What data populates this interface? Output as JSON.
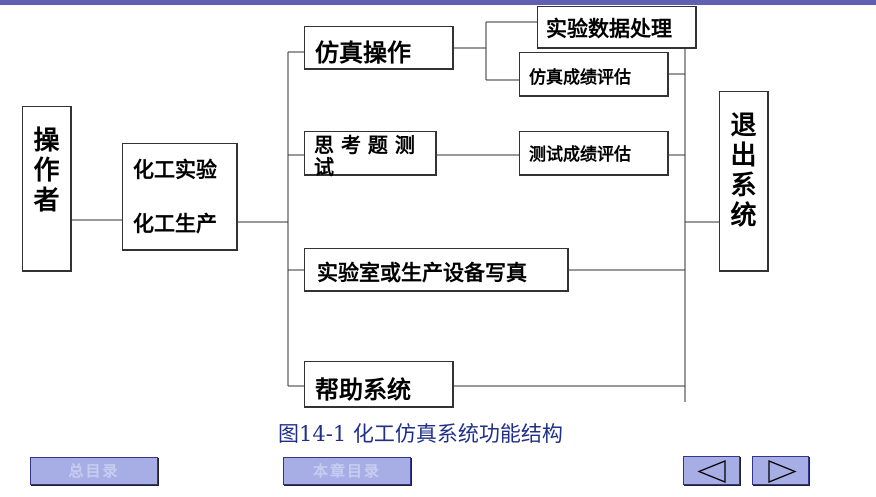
{
  "diagram": {
    "operator": "操作者",
    "category": {
      "line1": "化工实验",
      "line2": "化工生产"
    },
    "simulation_operation": "仿真操作",
    "data_processing": "实验数据处理",
    "simulation_score": "仿真成绩评估",
    "thinking_test": "思 考 题 测 试",
    "test_score": "测试成绩评估",
    "equipment_photos": "实验室或生产设备写真",
    "help_system": "帮助系统",
    "exit_system": "退出系统"
  },
  "caption": "图14-1 化工仿真系统功能结构",
  "nav": {
    "main_menu": "总目录",
    "chapter_menu": "本章目录",
    "prev_icon": "triangle-left-icon",
    "next_icon": "triangle-right-icon"
  },
  "colors": {
    "caption": "#1f2f8a",
    "nav_button": "#a7aee6",
    "nav_border": "#33358a"
  }
}
